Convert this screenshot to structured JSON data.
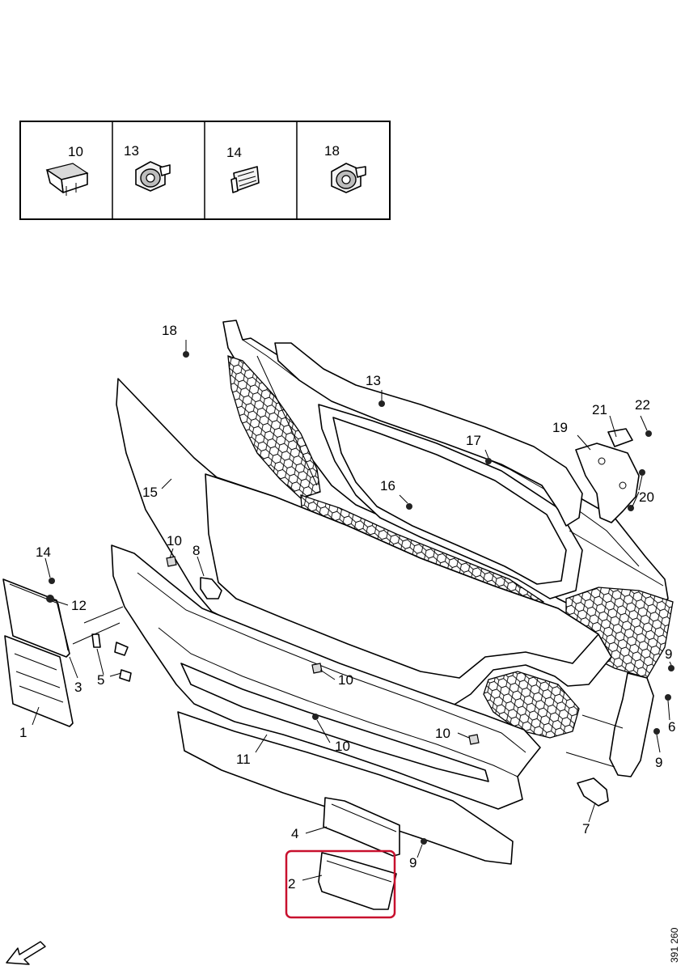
{
  "inset_parts": [
    {
      "id": "inset-10",
      "label": "10",
      "icon": "clip-icon"
    },
    {
      "id": "inset-13",
      "label": "13",
      "icon": "nut-icon"
    },
    {
      "id": "inset-14",
      "label": "14",
      "icon": "bracket-clip-icon"
    },
    {
      "id": "inset-18",
      "label": "18",
      "icon": "nut-icon"
    }
  ],
  "callouts": {
    "c1": "1",
    "c2": "2",
    "c3": "3",
    "c4": "4",
    "c5": "5",
    "c6": "6",
    "c7": "7",
    "c8": "8",
    "c9a": "9",
    "c9b": "9",
    "c9c": "9",
    "c10a": "10",
    "c10b": "10",
    "c10c": "10",
    "c10d": "10",
    "c11": "11",
    "c12": "12",
    "c13": "13",
    "c14": "14",
    "c15": "15",
    "c16": "16",
    "c17": "17",
    "c18": "18",
    "c19": "19",
    "c20": "20",
    "c21": "21",
    "c22": "22"
  },
  "reference_number": "391 260",
  "highlight_color": "#c8102e",
  "line_color": "#000000",
  "icons": [
    "direction-arrow-icon",
    "clip-icon",
    "nut-icon",
    "bracket-clip-icon"
  ]
}
